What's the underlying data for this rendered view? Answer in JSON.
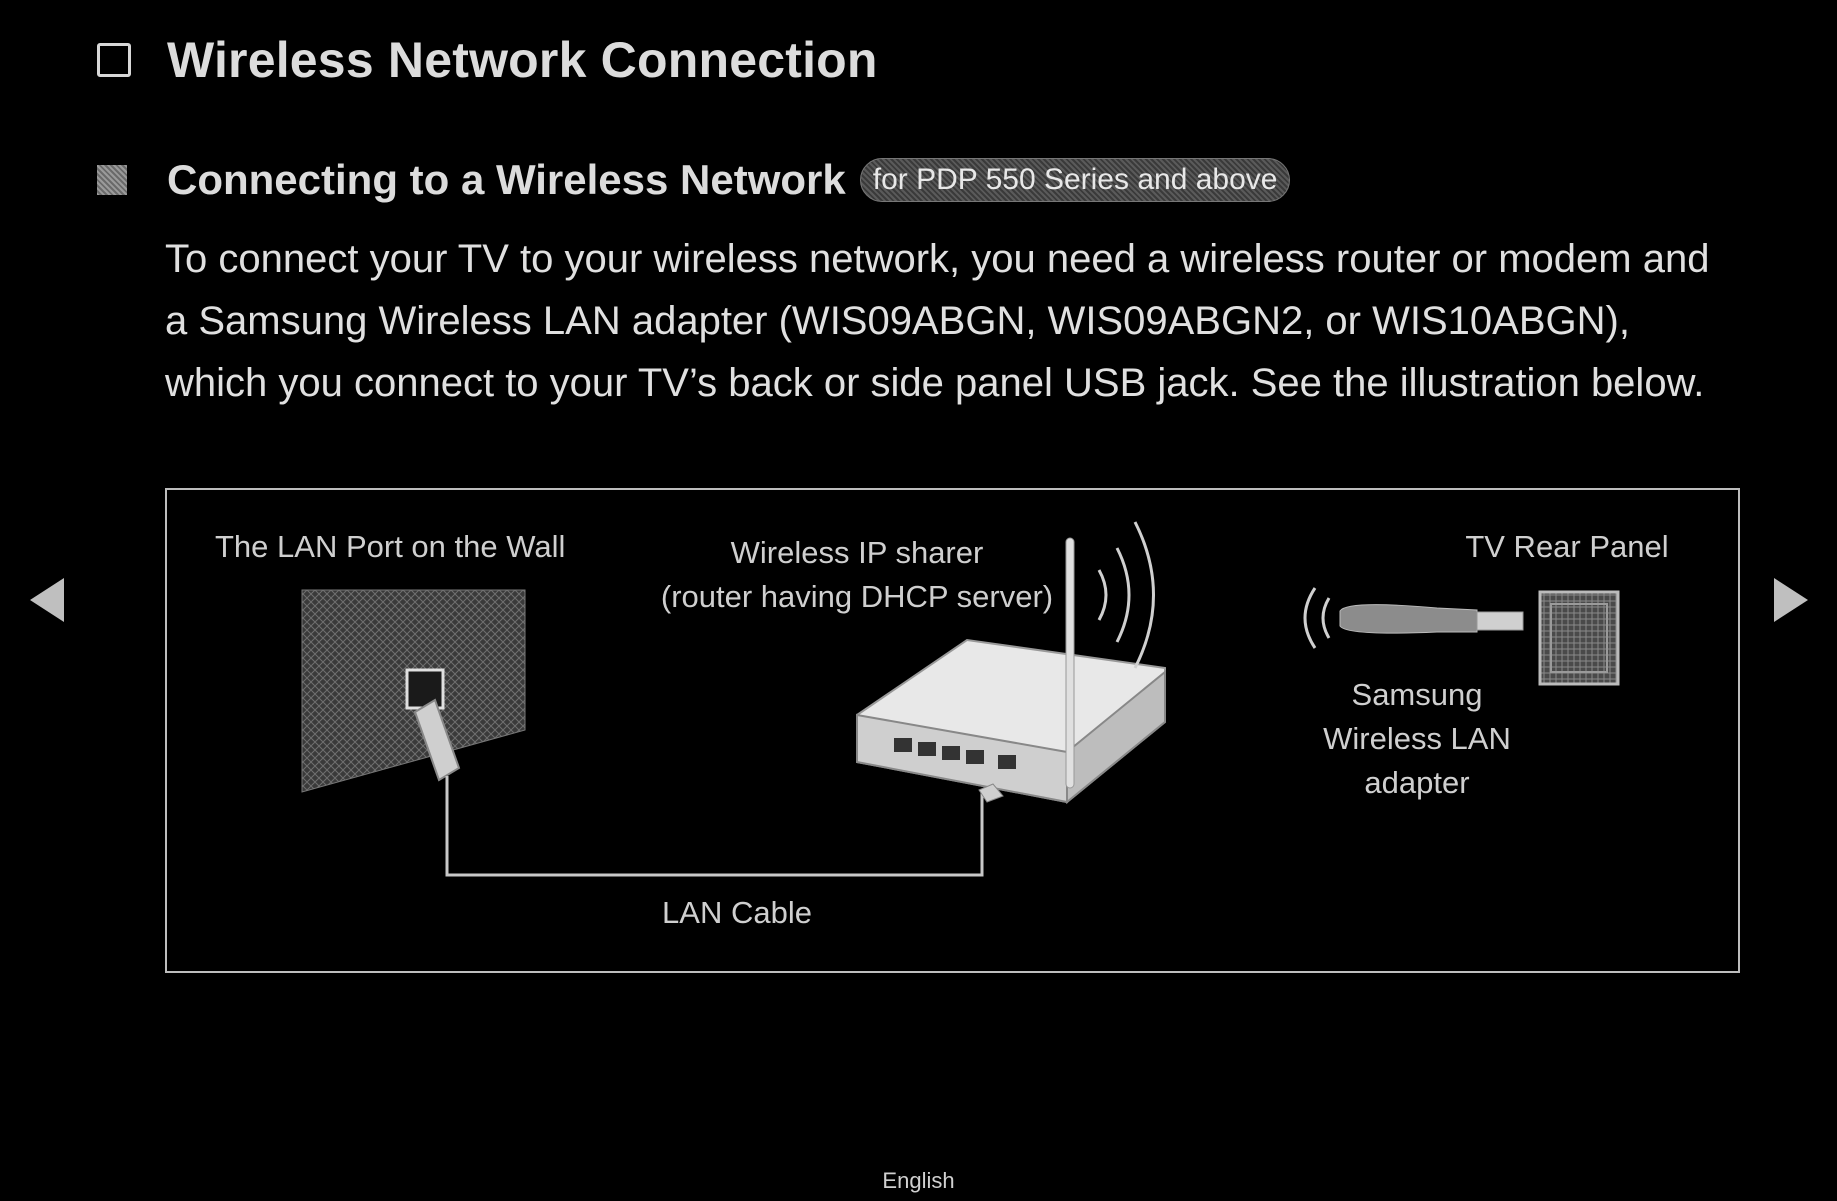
{
  "page": {
    "title": "Wireless Network Connection",
    "section_heading": "Connecting to a Wireless Network",
    "series_badge": "for PDP 550 Series and above",
    "paragraph": "To connect your TV to your wireless network, you need a wireless router or modem and a Samsung Wireless LAN adapter (WIS09ABGN, WIS09ABGN2, or WIS10ABGN), which you connect to your TV’s back or side panel USB jack. See the illustration below."
  },
  "illustration": {
    "wall_port_label": "The LAN Port on the Wall",
    "router_label_line1": "Wireless IP sharer",
    "router_label_line2": "(router having DHCP server)",
    "tv_panel_label": "TV Rear Panel",
    "adapter_label_line1": "Samsung",
    "adapter_label_line2": "Wireless LAN",
    "adapter_label_line3": "adapter",
    "cable_label": "LAN Cable"
  },
  "navigation": {
    "prev_icon": "triangle-left-icon",
    "next_icon": "triangle-right-icon"
  },
  "footer": {
    "language": "English"
  },
  "colors": {
    "background": "#000000",
    "text": "#e0e0e0",
    "frame": "#bdbdbd"
  }
}
